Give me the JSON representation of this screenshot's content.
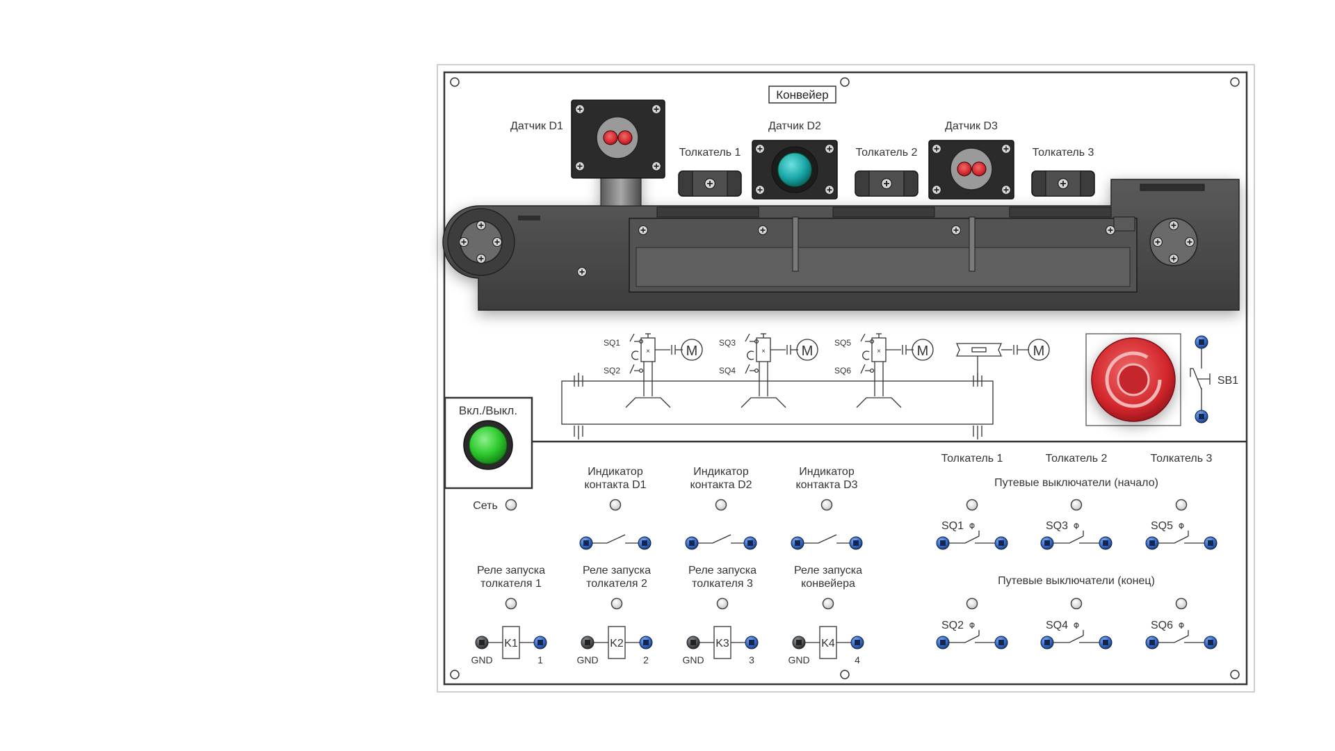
{
  "panel": {
    "title": "Конвейер"
  },
  "sensors": [
    {
      "label": "Датчик D1",
      "color": "#b5262c"
    },
    {
      "label": "Датчик D2",
      "color": "#1aa6a6"
    },
    {
      "label": "Датчик D3",
      "color": "#b5262c"
    }
  ],
  "pushers": [
    {
      "label": "Толкатель 1"
    },
    {
      "label": "Толкатель 2"
    },
    {
      "label": "Толкатель 3"
    }
  ],
  "schematic": {
    "switches": [
      "SQ1",
      "SQ2",
      "SQ3",
      "SQ4",
      "SQ5",
      "SQ6"
    ],
    "motor": "M"
  },
  "emergency": {
    "label": "SB1",
    "color": "#d2262c"
  },
  "power": {
    "label": "Вкл./Выкл.",
    "color": "#2fcc2f",
    "network_label": "Сеть"
  },
  "indicators": [
    {
      "line1": "Индикатор",
      "line2": "контакта D1"
    },
    {
      "line1": "Индикатор",
      "line2": "контакта D2"
    },
    {
      "line1": "Индикатор",
      "line2": "контакта D3"
    }
  ],
  "relays": [
    {
      "line1": "Реле запуска",
      "line2": "толкателя 1",
      "coil": "K1",
      "gnd": "GND",
      "out": "1"
    },
    {
      "line1": "Реле запуска",
      "line2": "толкателя 2",
      "coil": "K2",
      "gnd": "GND",
      "out": "2"
    },
    {
      "line1": "Реле запуска",
      "line2": "толкателя 3",
      "coil": "K3",
      "gnd": "GND",
      "out": "3"
    },
    {
      "line1": "Реле запуска",
      "line2": "конвейера",
      "coil": "K4",
      "gnd": "GND",
      "out": "4"
    }
  ],
  "limit_switches": {
    "columns": [
      "Толкатель 1",
      "Толкатель 2",
      "Толкатель 3"
    ],
    "start_title": "Путевые выключатели (начало)",
    "end_title": "Путевые выключатели (конец)",
    "start": [
      "SQ1",
      "SQ3",
      "SQ5"
    ],
    "end": [
      "SQ2",
      "SQ4",
      "SQ6"
    ]
  },
  "colors": {
    "terminal_blue": "#3a6fd0",
    "terminal_gray": "#555555",
    "conveyor": "#4a4a4a"
  }
}
